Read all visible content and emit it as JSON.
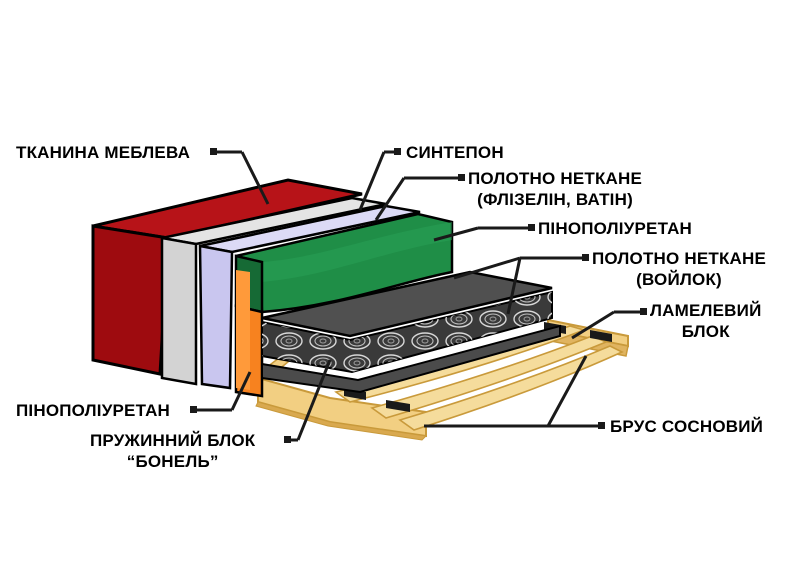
{
  "colors": {
    "fabric": "#9e0b0f",
    "sintepon": "#dcdcdc",
    "nonwoven": "#c9c6ef",
    "foam_top": "#1b7a3e",
    "foam_side": "#f7821f",
    "spring_mat": "#6b6b6b",
    "felt": "#4b4b4b",
    "wood": "#f2cf82",
    "wood_edge": "#c99a3b",
    "pad": "#1a1a1a",
    "leader": "#1a1a1a"
  },
  "labels": {
    "fabric": "ТКАНИНА МЕБЛЕВА",
    "sintepon": "СИНТЕПОН",
    "nonwoven_line1": "ПОЛОТНО НЕТКАНЕ",
    "nonwoven_line2": "(ФЛІЗЕЛІН, ВАТІН)",
    "foam_top": "ПІНОПОЛІУРЕТАН",
    "felt_line1": "ПОЛОТНО НЕТКАНЕ",
    "felt_line2": "(ВОЙЛОК)",
    "lamella_line1": "ЛАМЕЛЕВИЙ",
    "lamella_line2": "БЛОК",
    "foam_side": "ПІНОПОЛІУРЕТАН",
    "spring_line1": "ПРУЖИННИЙ БЛОК",
    "spring_line2": "“БОНЕЛЬ”",
    "pine_beam": "БРУС СОСНОВИЙ"
  }
}
